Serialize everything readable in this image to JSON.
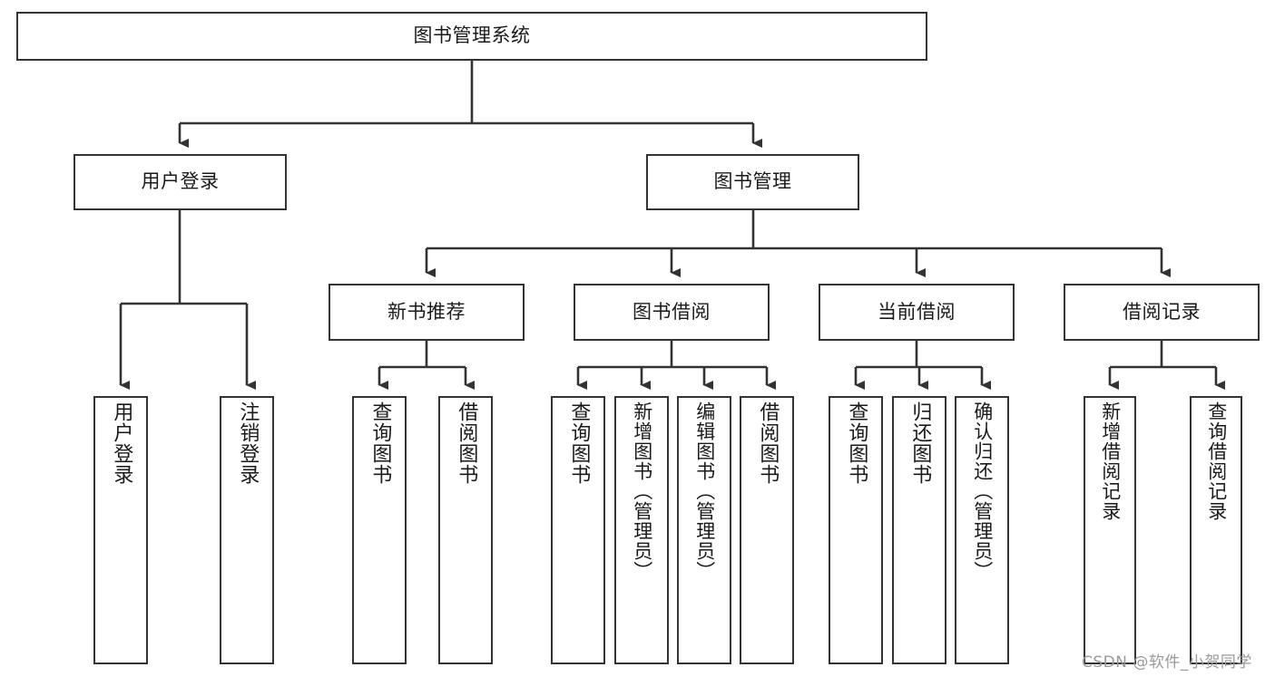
{
  "diagram": {
    "type": "tree",
    "title": "图书管理系统",
    "orientation": "top-down",
    "levels": 4,
    "root": {
      "id": "root",
      "label": "图书管理系统"
    },
    "level2": [
      {
        "id": "user-login",
        "label": "用户登录"
      },
      {
        "id": "book-management",
        "label": "图书管理"
      }
    ],
    "level3": [
      {
        "id": "new-book-recommend",
        "label": "新书推荐",
        "parent": "book-management"
      },
      {
        "id": "book-borrow",
        "label": "图书借阅",
        "parent": "book-management"
      },
      {
        "id": "current-borrow",
        "label": "当前借阅",
        "parent": "book-management"
      },
      {
        "id": "borrow-record",
        "label": "借阅记录",
        "parent": "book-management"
      }
    ],
    "leaves": [
      {
        "id": "leaf-user-login",
        "label": "用户登录",
        "parent": "user-login"
      },
      {
        "id": "leaf-logout-login",
        "label": "注销登录",
        "parent": "user-login"
      },
      {
        "id": "leaf-query-book-1",
        "label": "查询图书",
        "parent": "new-book-recommend"
      },
      {
        "id": "leaf-borrow-book-1",
        "label": "借阅图书",
        "parent": "new-book-recommend"
      },
      {
        "id": "leaf-query-book-2",
        "label": "查询图书",
        "parent": "book-borrow"
      },
      {
        "id": "leaf-add-book",
        "label": "新增图书（管理员）",
        "parent": "book-borrow"
      },
      {
        "id": "leaf-edit-book",
        "label": "编辑图书（管理员）",
        "parent": "book-borrow"
      },
      {
        "id": "leaf-borrow-book-2",
        "label": "借阅图书",
        "parent": "book-borrow"
      },
      {
        "id": "leaf-query-book-3",
        "label": "查询图书",
        "parent": "current-borrow"
      },
      {
        "id": "leaf-return-book",
        "label": "归还图书",
        "parent": "current-borrow"
      },
      {
        "id": "leaf-confirm-return",
        "label": "确认归还（管理员）",
        "parent": "current-borrow"
      },
      {
        "id": "leaf-add-record",
        "label": "新增借阅记录",
        "parent": "borrow-record"
      },
      {
        "id": "leaf-query-record",
        "label": "查询借阅记录",
        "parent": "borrow-record"
      }
    ],
    "colors": {
      "box_border": "#333333",
      "box_fill": "#ffffff",
      "connector": "#333333",
      "text": "#1a1a1a",
      "watermark": "#9a9a9a"
    }
  },
  "watermark": {
    "text": "CSDN @软件_小贺同学"
  }
}
